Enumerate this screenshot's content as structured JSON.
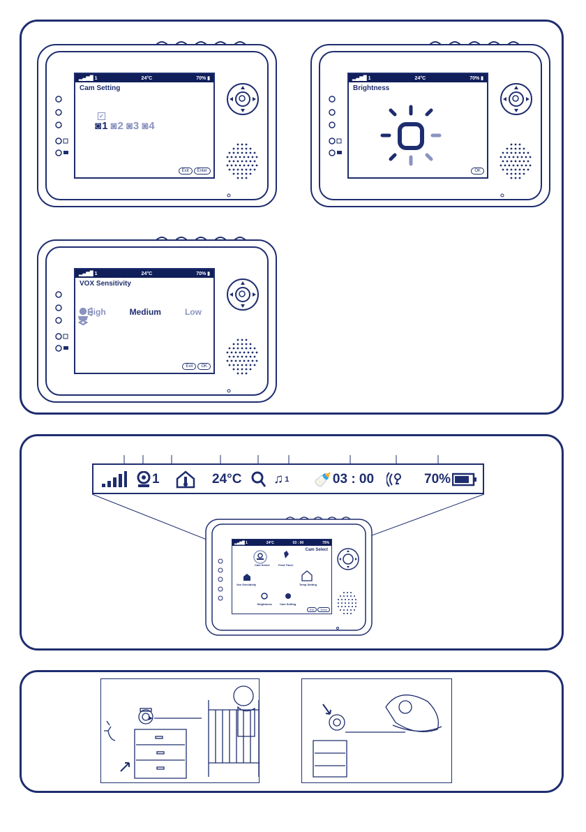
{
  "lcd_status": {
    "cam": "1",
    "temp": "24°C",
    "battery": "70%"
  },
  "screen_cam_setting": {
    "title": "Cam Setting",
    "cams": [
      "1",
      "2",
      "3",
      "4"
    ],
    "softkeys": [
      "Exit",
      "Enter"
    ]
  },
  "screen_brightness": {
    "title": "Brightness",
    "softkeys": [
      "OK"
    ]
  },
  "screen_vox": {
    "title": "VOX Sensitivity",
    "levels": [
      "High",
      "Medium",
      "Low"
    ],
    "softkeys": [
      "Exit",
      "OK"
    ]
  },
  "status_bar": {
    "cam": "1",
    "temp": "24°C",
    "lullaby": "1",
    "timer": "03 : 00",
    "battery": "70%"
  },
  "main_menu": {
    "status": {
      "cam": "1",
      "temp": "24°C",
      "timer": "03 : 00",
      "battery": "70%"
    },
    "title": "Cam Select",
    "items": [
      "Cam Select",
      "Feed Timer",
      "Vox Sensitivity",
      "Temp Setting",
      "Brightness",
      "Cam Setting"
    ],
    "softkeys": [
      "Exit",
      "Enter"
    ]
  },
  "colors": {
    "navy": "#1e2d6e",
    "dark": "#101e5a",
    "lavender": "#8b93c0"
  }
}
